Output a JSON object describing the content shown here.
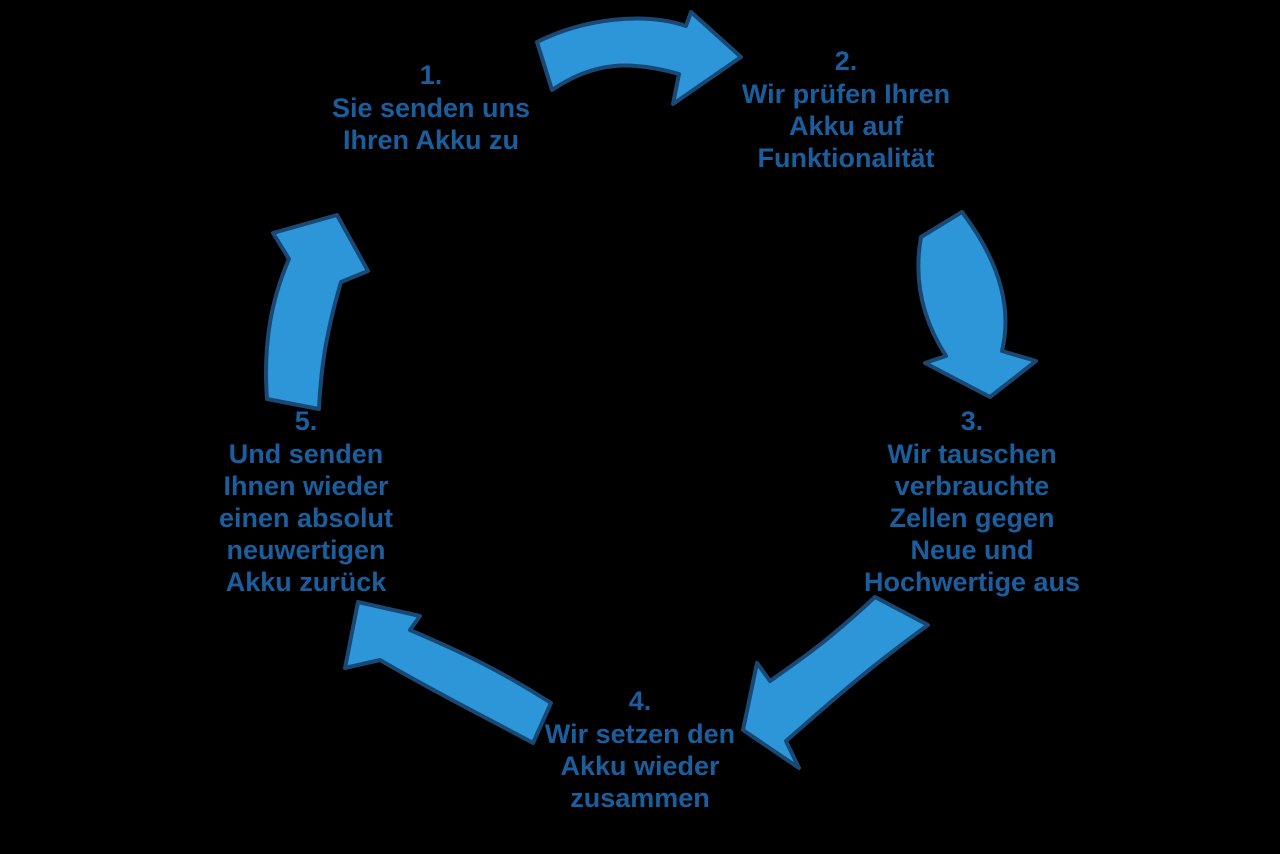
{
  "diagram": {
    "type": "cycle",
    "background_color": "#000000",
    "text_color": "#1B5E9E",
    "arrow_fill_color": "#2C96D9",
    "arrow_stroke_color": "#1A4874",
    "steps": [
      {
        "number": "1.",
        "lines": [
          "Sie senden uns",
          "Ihren Akku zu"
        ]
      },
      {
        "number": "2.",
        "lines": [
          "Wir prüfen Ihren",
          "Akku auf",
          "Funktionalität"
        ]
      },
      {
        "number": "3.",
        "lines": [
          "Wir tauschen",
          "verbrauchte",
          "Zellen gegen",
          "Neue und",
          "Hochwertige aus"
        ]
      },
      {
        "number": "4.",
        "lines": [
          "Wir setzen den",
          "Akku wieder",
          "zusammen"
        ]
      },
      {
        "number": "5.",
        "lines": [
          "Und senden",
          "Ihnen wieder",
          "einen absolut",
          "neuwertigen",
          "Akku zurück"
        ]
      }
    ],
    "arrows": [
      {
        "name": "arrow-top",
        "direction": "right"
      },
      {
        "name": "arrow-right",
        "direction": "down"
      },
      {
        "name": "arrow-bottom-right",
        "direction": "down-left"
      },
      {
        "name": "arrow-bottom-left",
        "direction": "up-left"
      },
      {
        "name": "arrow-left",
        "direction": "up"
      }
    ]
  }
}
